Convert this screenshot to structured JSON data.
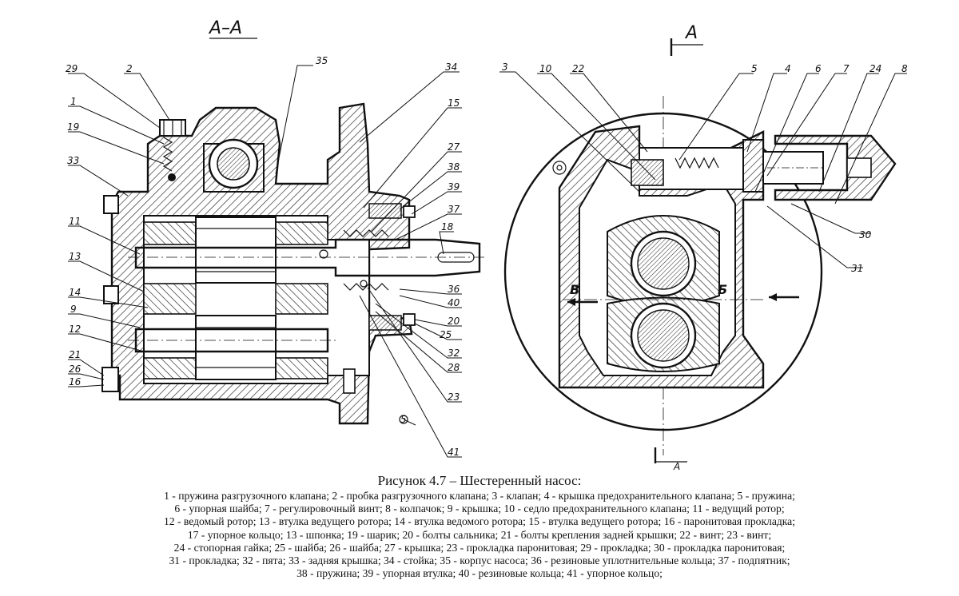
{
  "section_label": "А–А",
  "view_marker": "А",
  "view_marker_bottom": "А",
  "flow_labels": {
    "outlet": "В",
    "inlet": "Б"
  },
  "left_callouts": [
    "29",
    "2",
    "1",
    "19",
    "33",
    "11",
    "13",
    "14",
    "9",
    "12",
    "21",
    "26",
    "16",
    "35",
    "34",
    "15",
    "27",
    "38",
    "39",
    "37",
    "18",
    "36",
    "40",
    "20",
    "25",
    "32",
    "28",
    "23",
    "41",
    "5"
  ],
  "right_callouts": [
    "3",
    "10",
    "22",
    "5",
    "4",
    "6",
    "7",
    "24",
    "8",
    "30",
    "31"
  ],
  "caption": "Рисунок 4.7 – Шестеренный насос:",
  "legend_lines": [
    "1 - пружина разгрузочного клапана; 2 - пробка разгрузочного клапана; 3 - клапан; 4 - крышка предохранительного клапана; 5 - пружина;",
    "6 - упорная шайба; 7 - регулировочный винт; 8 - колпачок; 9 - крышка;   10 - седло предохранительного клапана;  11 - ведущий ротор;",
    "12 - ведомый ротор;  13 - втулка ведущего ротора;  14 - втулка ведомого ротора; 15 - втулка ведущего ротора; 16 - паронитовая прокладка;",
    "17 - упорное кольцо;  13 - шпонка;  19 - шарик; 20 - болты сальника; 21 - болты крепления задней крышки; 22 - винт; 23 - винт;",
    "24 - стопорная гайка; 25 - шайба; 26 - шайба; 27 - крышка; 23 - прокладка паронитовая; 29 - прокладка; 30 - прокладка паронитовая;",
    "31 - прокладка; 32 - пята; 33 - задняя крышка; 34 - стойка;  35 - корпус насоса; 36 - резиновые уплотнительные кольца; 37 - подпятник;",
    "38 - пружина; 39 - упорная втулка;  40 - резиновые кольца; 41 - упорное кольцо;"
  ]
}
